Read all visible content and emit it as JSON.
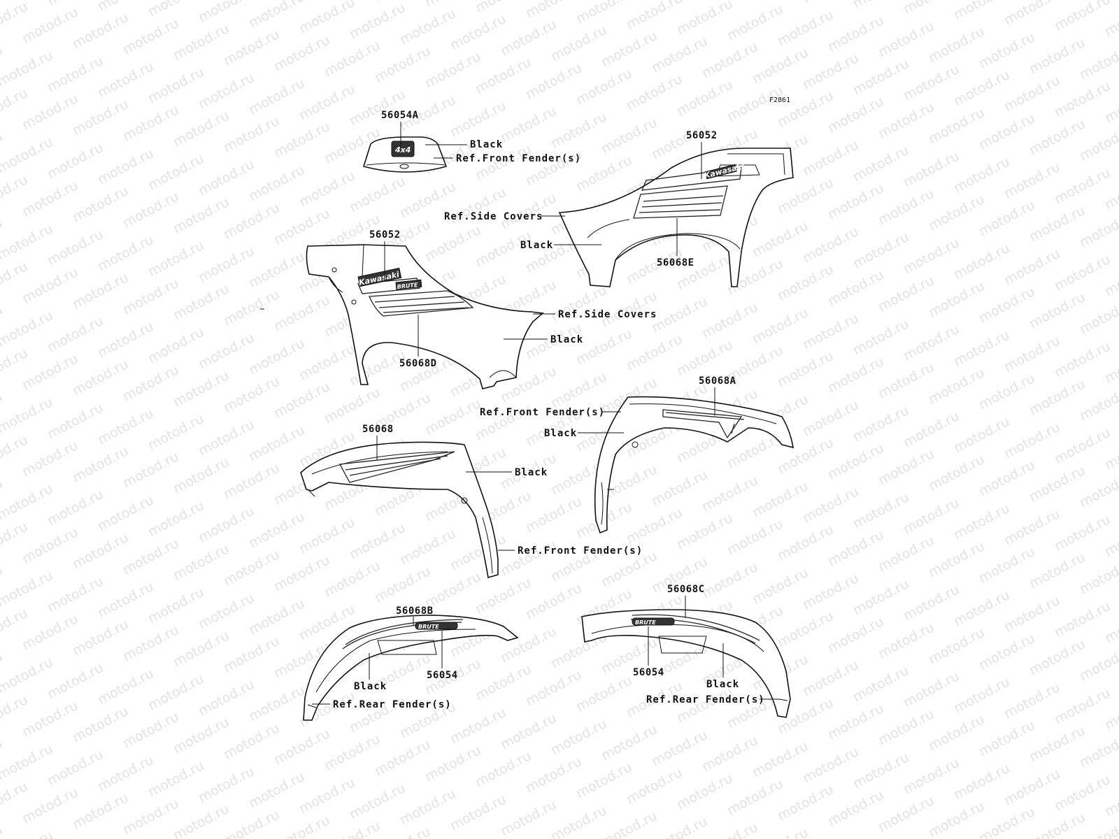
{
  "figure_id": "F2861",
  "watermark": "motod.ru",
  "colors": {
    "line": "#111111",
    "watermark": "#cccccc",
    "background": "#ffffff"
  },
  "part_numbers": {
    "p56054A": "56054A",
    "p56052_right": "56052",
    "p56052_left": "56052",
    "p56068E": "56068E",
    "p56068D": "56068D",
    "p56068A": "56068A",
    "p56068": "56068",
    "p56068B": "56068B",
    "p56054_left": "56054",
    "p56068C": "56068C",
    "p56054_right": "56054"
  },
  "callouts": {
    "black_1": "Black",
    "ref_front_fender_1": "Ref.Front Fender(s)",
    "ref_side_covers_1": "Ref.Side Covers",
    "black_2": "Black",
    "ref_side_covers_2": "Ref.Side Covers",
    "black_3": "Black",
    "ref_front_fender_2": "Ref.Front Fender(s)",
    "black_4": "Black",
    "black_5": "Black",
    "ref_front_fender_3": "Ref.Front Fender(s)",
    "black_6": "Black",
    "ref_rear_fender_1": "Ref.Rear Fender(s)",
    "black_7": "Black",
    "ref_rear_fender_2": "Ref.Rear Fender(s)"
  },
  "decal_text": {
    "brand": "Kawasaki",
    "model": "BRUTE",
    "badge": "4x4"
  }
}
